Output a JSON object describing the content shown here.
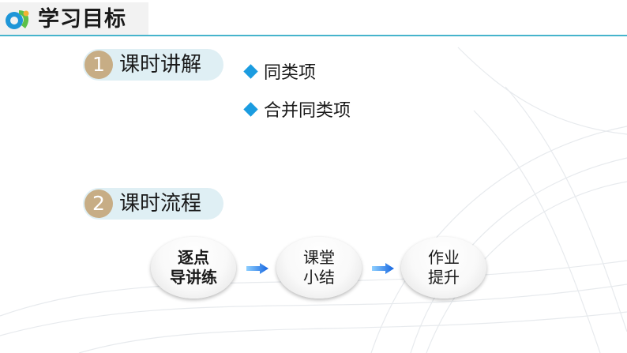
{
  "header": {
    "title": "学习目标",
    "logo_icon": "logo-swirl-icon",
    "accent_color": "#46b4cc"
  },
  "sections": [
    {
      "number": "1",
      "label": "课时讲解"
    },
    {
      "number": "2",
      "label": "课时流程"
    }
  ],
  "bullets": [
    "同类项",
    "合并同类项"
  ],
  "flow": {
    "steps": [
      {
        "line1": "逐点",
        "line2": "导讲练"
      },
      {
        "line1": "课堂",
        "line2": "小结"
      },
      {
        "line1": "作业",
        "line2": "提升"
      }
    ],
    "arrow_icon": "arrow-right-icon",
    "arrow_color": "#1565e0"
  }
}
